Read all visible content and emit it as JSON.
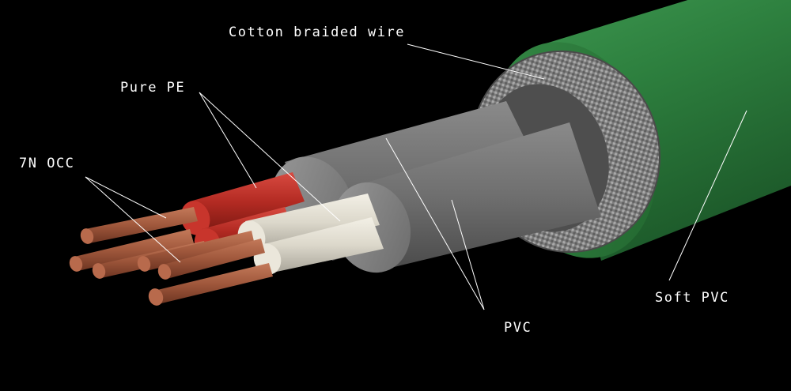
{
  "labels": {
    "cotton_braided_wire": "Cotton braided wire",
    "pure_pe": "Pure PE",
    "conductor": "7N OCC",
    "pvc": "PVC",
    "soft_pvc": "Soft PVC"
  },
  "colors": {
    "background": "#000000",
    "outer_jacket": "#2e7d3f",
    "braid_shield": "#8a8a8a",
    "inner_pvc": "#6e6e6e",
    "pe_red": "#b22222",
    "pe_white": "#e8e4d8",
    "copper": "#a0583c",
    "leader_lines": "#ffffff"
  }
}
